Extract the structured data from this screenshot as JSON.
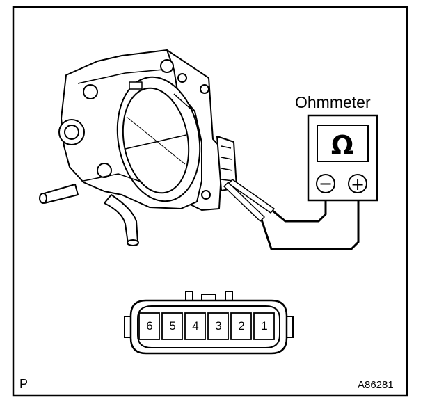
{
  "diagram": {
    "meter_label": "Ohmmeter",
    "meter_symbol": "Ω",
    "minus_symbol": "−",
    "plus_symbol": "+",
    "connector_pins": [
      "6",
      "5",
      "4",
      "3",
      "2",
      "1"
    ],
    "corner_mark": "P",
    "figure_code": "A86281"
  }
}
